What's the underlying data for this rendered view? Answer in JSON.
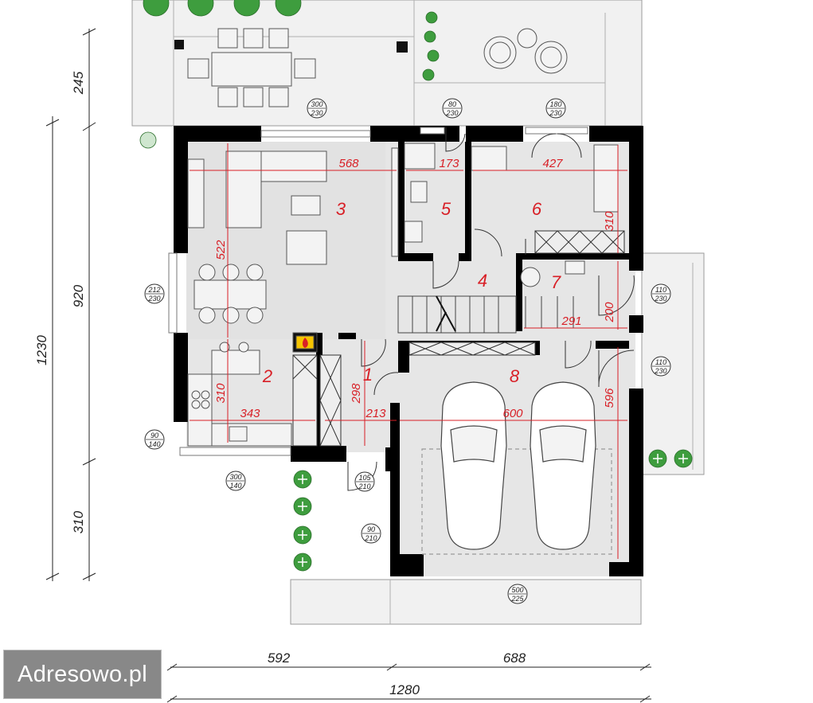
{
  "watermark": "Adresowo.pl",
  "rooms": [
    "1",
    "2",
    "3",
    "4",
    "5",
    "6",
    "7",
    "8"
  ],
  "outer_dimensions": {
    "left_top": "245",
    "left_total": "1230",
    "left_middle": "920",
    "left_bottom": "310",
    "bottom_left": "592",
    "bottom_right": "688",
    "bottom_total": "1280"
  },
  "interior_dimensions": {
    "living_width": "568",
    "living_depth": "522",
    "bath_width": "173",
    "room6_width": "427",
    "room6_depth": "310",
    "room7_width": "291",
    "room7_depth": "200",
    "kitchen_width": "343",
    "kitchen_depth": "310",
    "hall_width": "213",
    "hall_depth": "298",
    "garage_width": "600",
    "garage_depth": "596"
  },
  "openings": [
    {
      "w": "300",
      "h": "230"
    },
    {
      "w": "80",
      "h": "230"
    },
    {
      "w": "180",
      "h": "230"
    },
    {
      "w": "212",
      "h": "230"
    },
    {
      "w": "110",
      "h": "230"
    },
    {
      "w": "110",
      "h": "230"
    },
    {
      "w": "90",
      "h": "140"
    },
    {
      "w": "300",
      "h": "140"
    },
    {
      "w": "105",
      "h": "210"
    },
    {
      "w": "90",
      "h": "210"
    },
    {
      "w": "500",
      "h": "225"
    }
  ],
  "colors": {
    "wall": "#000000",
    "floor": "#e6e6e6",
    "terrace": "#f1f1f1",
    "label": "#d81f26",
    "plant": "#3e9d3e"
  }
}
